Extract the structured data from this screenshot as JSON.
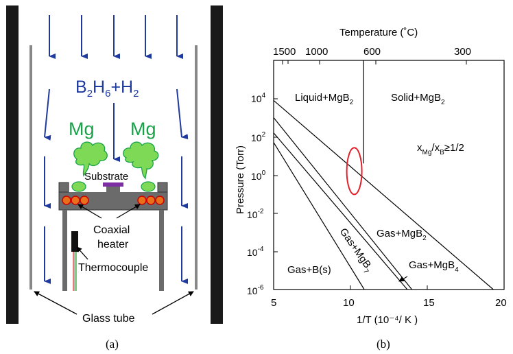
{
  "panel_a": {
    "caption": "(a)",
    "gas_label": "B₂H₆+H₂",
    "gas_parts": {
      "b": "B",
      "b_sub": "2",
      "h": "H",
      "h_sub": "6",
      "plus_h": "+H",
      "h2_sub": "2"
    },
    "mg_left": "Mg",
    "mg_right": "Mg",
    "substrate_label": "Substrate",
    "heater_label_line1": "Coaxial",
    "heater_label_line2": "heater",
    "thermocouple_label": "Thermocouple",
    "glass_tube_label": "Glass tube",
    "colors": {
      "arrow": "#1f3a9e",
      "mg": "#19a14a",
      "heater": "#e8701a",
      "substrate": "#7b2fa3"
    }
  },
  "panel_b": {
    "caption": "(b)",
    "top_axis_label": "Temperature (˚C)",
    "top_ticks": [
      "1500",
      "1000",
      "600",
      "300"
    ],
    "x_axis_label": "1/T (10⁻⁴/ K )",
    "x_ticks": [
      "5",
      "10",
      "15",
      "20"
    ],
    "y_axis_label": "Pressure (Torr)",
    "y_ticks": [
      {
        "base": "10",
        "exp": "4"
      },
      {
        "base": "10",
        "exp": "2"
      },
      {
        "base": "10",
        "exp": "0"
      },
      {
        "base": "10",
        "exp": "-2"
      },
      {
        "base": "10",
        "exp": "-4"
      },
      {
        "base": "10",
        "exp": "-6"
      }
    ],
    "regions": {
      "liquid": {
        "main": "Liquid+MgB",
        "sub": "2"
      },
      "solid": {
        "main": "Solid+MgB",
        "sub": "2"
      },
      "ratio": {
        "x": "x",
        "x_sub": "Mg",
        "slash": "/x",
        "b_sub": "B",
        "rest": "≥1/2"
      },
      "gas_mgb2": {
        "main": "Gas+MgB",
        "sub": "2"
      },
      "gas_mgb4": {
        "main": "Gas+MgB",
        "sub": "4"
      },
      "gas_mgb7": {
        "main": "Gas+MgB",
        "sub": "7"
      },
      "gas_b": {
        "main": "Gas+B(s)"
      }
    },
    "colors": {
      "ellipse": "#e0202a",
      "lines": "#000000"
    }
  },
  "chart_data": {
    "type": "line",
    "xlabel": "1/T (10⁻⁴/ K )",
    "ylabel": "Pressure (Torr)",
    "top_xlabel": "Temperature (˚C)",
    "xlim": [
      5,
      20
    ],
    "ylim_log10": [
      -6,
      6
    ],
    "y_scale": "log",
    "series": [
      {
        "x": [
          5.0,
          19.3
        ],
        "log10_y": [
          3.9,
          -6.0
        ]
      },
      {
        "x": [
          5.0,
          14.0
        ],
        "log10_y": [
          3.0,
          -6.0
        ]
      },
      {
        "x": [
          5.0,
          13.7
        ],
        "log10_y": [
          2.2,
          -6.0
        ]
      },
      {
        "x": [
          5.0,
          10.9
        ],
        "log10_y": [
          1.7,
          -6.0
        ]
      },
      {
        "x": [
          10.85,
          10.85
        ],
        "log10_y": [
          0.6,
          6.0
        ]
      }
    ],
    "ellipse_center": {
      "x": 10.25,
      "log10_y": 0.2
    }
  }
}
